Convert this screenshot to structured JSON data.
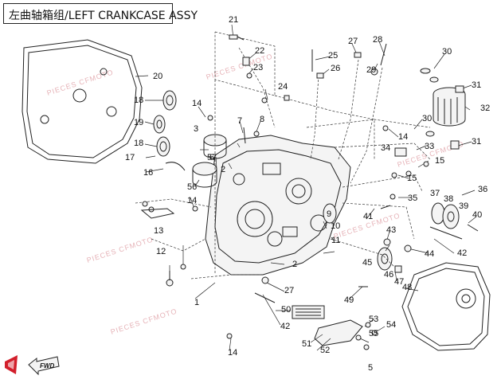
{
  "title": "左曲轴箱组/LEFT CRANKCASE ASSY",
  "fwd_label": "FWD",
  "watermark": "PIECES CFMOTO",
  "callouts": [
    {
      "n": "1"
    },
    {
      "n": "2"
    },
    {
      "n": "2"
    },
    {
      "n": "3"
    },
    {
      "n": "5"
    },
    {
      "n": "6"
    },
    {
      "n": "7"
    },
    {
      "n": "8"
    },
    {
      "n": "9"
    },
    {
      "n": "10"
    },
    {
      "n": "11"
    },
    {
      "n": "12"
    },
    {
      "n": "13"
    },
    {
      "n": "14"
    },
    {
      "n": "14"
    },
    {
      "n": "14"
    },
    {
      "n": "14"
    },
    {
      "n": "15"
    },
    {
      "n": "15"
    },
    {
      "n": "16"
    },
    {
      "n": "17"
    },
    {
      "n": "18"
    },
    {
      "n": "18"
    },
    {
      "n": "19"
    },
    {
      "n": "20"
    },
    {
      "n": "21"
    },
    {
      "n": "22"
    },
    {
      "n": "23"
    },
    {
      "n": "24"
    },
    {
      "n": "25"
    },
    {
      "n": "26"
    },
    {
      "n": "27"
    },
    {
      "n": "27"
    },
    {
      "n": "28"
    },
    {
      "n": "29"
    },
    {
      "n": "30"
    },
    {
      "n": "30"
    },
    {
      "n": "31"
    },
    {
      "n": "31"
    },
    {
      "n": "32"
    },
    {
      "n": "33"
    },
    {
      "n": "34"
    },
    {
      "n": "35"
    },
    {
      "n": "36"
    },
    {
      "n": "37"
    },
    {
      "n": "38"
    },
    {
      "n": "39"
    },
    {
      "n": "40"
    },
    {
      "n": "41"
    },
    {
      "n": "42"
    },
    {
      "n": "42"
    },
    {
      "n": "43"
    },
    {
      "n": "44"
    },
    {
      "n": "45"
    },
    {
      "n": "46"
    },
    {
      "n": "47"
    },
    {
      "n": "48"
    },
    {
      "n": "49"
    },
    {
      "n": "50"
    },
    {
      "n": "51"
    },
    {
      "n": "52"
    },
    {
      "n": "53"
    },
    {
      "n": "54"
    },
    {
      "n": "55"
    },
    {
      "n": "56"
    },
    {
      "n": "57"
    }
  ]
}
